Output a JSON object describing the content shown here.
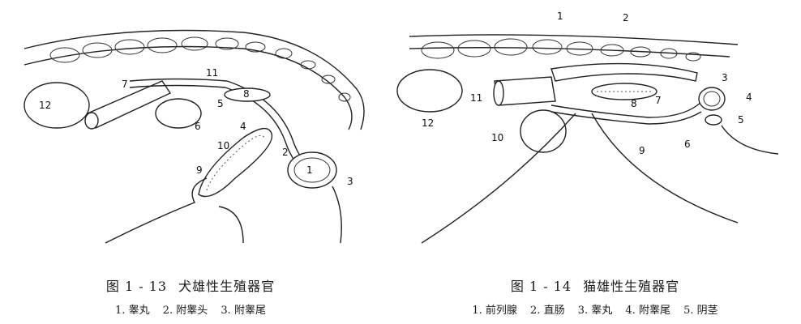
{
  "figures": {
    "dog": {
      "number": "图 1 - 13",
      "title": "犬雄性生殖器官",
      "legend": [
        "1. 睾丸",
        "2. 附睾头",
        "3. 附睾尾"
      ],
      "labels": [
        "1",
        "2",
        "3",
        "4",
        "5",
        "6",
        "7",
        "8",
        "9",
        "10",
        "11",
        "12"
      ]
    },
    "cat": {
      "number": "图 1 - 14",
      "title": "猫雄性生殖器官",
      "legend": [
        "1. 前列腺",
        "2. 直肠",
        "3. 睾丸",
        "4. 附睾尾",
        "5. 阴茎"
      ],
      "labels": [
        "1",
        "2",
        "3",
        "4",
        "5",
        "6",
        "7",
        "8",
        "9",
        "10",
        "11",
        "12"
      ]
    }
  }
}
